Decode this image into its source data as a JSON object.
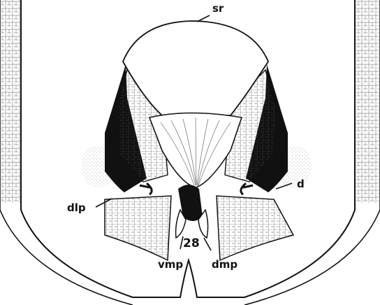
{
  "figure": {
    "number": "28",
    "labels": {
      "sr": "sr",
      "d": "d",
      "dlp": "dlp",
      "vmp": "vmp",
      "dmp": "dmp"
    }
  },
  "colors": {
    "ink": "#111111",
    "paper": "#ffffff",
    "stipple": "#9a9a9a"
  }
}
